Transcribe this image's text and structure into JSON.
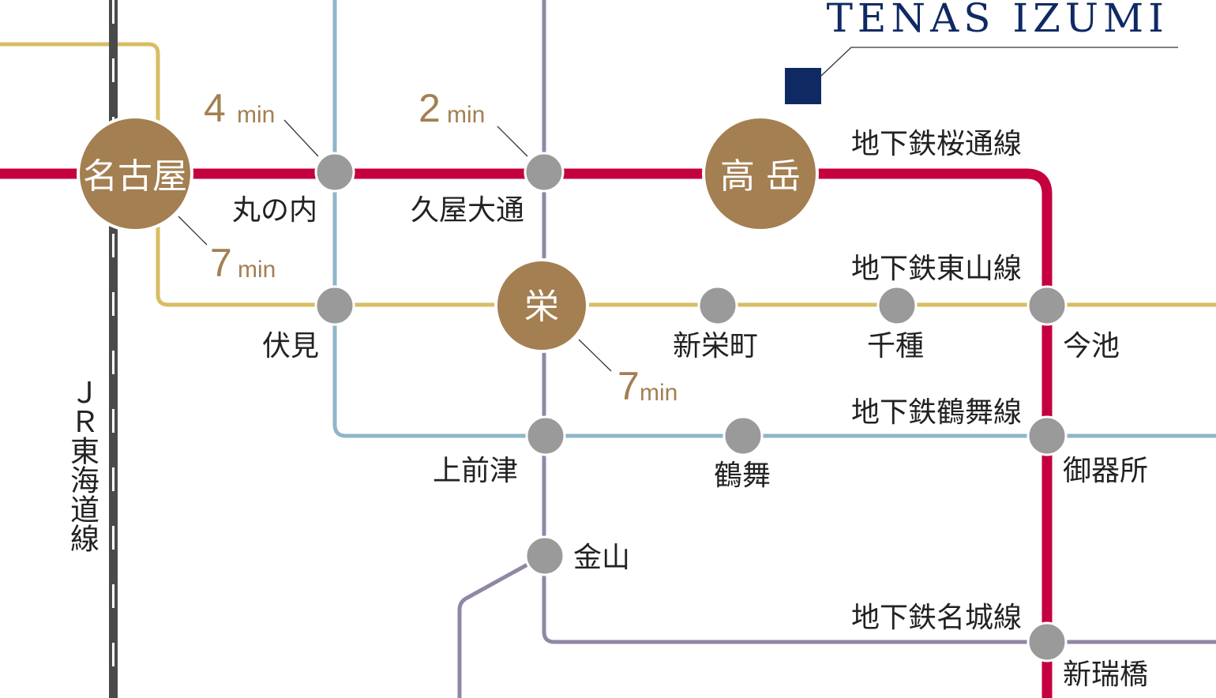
{
  "brand": {
    "name": "TENAS IZUMI",
    "color": "#0f2a63"
  },
  "lines": {
    "sakuradori": {
      "name": "地下鉄桜通線",
      "color": "#c4003f"
    },
    "higashiyama": {
      "name": "地下鉄東山線",
      "color": "#d8bd63"
    },
    "tsurumai": {
      "name": "地下鉄鶴舞線",
      "color": "#8fb6c9"
    },
    "meijo": {
      "name": "地下鉄名城線",
      "color": "#9187a4"
    },
    "jr": {
      "name": "ＪＲ東海道線",
      "color": "#4a4a4a"
    }
  },
  "stations": {
    "nagoya": "名古屋",
    "marunouchi": "丸の内",
    "hisaya": "久屋大通",
    "takaoka": "高 岳",
    "sakae": "栄",
    "fushimi": "伏見",
    "shinsakae": "新栄町",
    "chikusa": "千種",
    "imaike": "今池",
    "kamimaezu": "上前津",
    "tsurumai": "鶴舞",
    "gokiso": "御器所",
    "kanayama": "金山",
    "aratamabashi": "新瑞橋"
  },
  "times": {
    "marunouchi": {
      "value": "4",
      "unit": "min"
    },
    "hisaya": {
      "value": "2",
      "unit": "min"
    },
    "nagoya": {
      "value": "7",
      "unit": "min"
    },
    "sakae": {
      "value": "7",
      "unit": "min"
    }
  },
  "colors": {
    "major_station": "#a37f52",
    "minor_station": "#9a9a9a",
    "time_text": "#a37f52",
    "label_text": "#222222"
  }
}
